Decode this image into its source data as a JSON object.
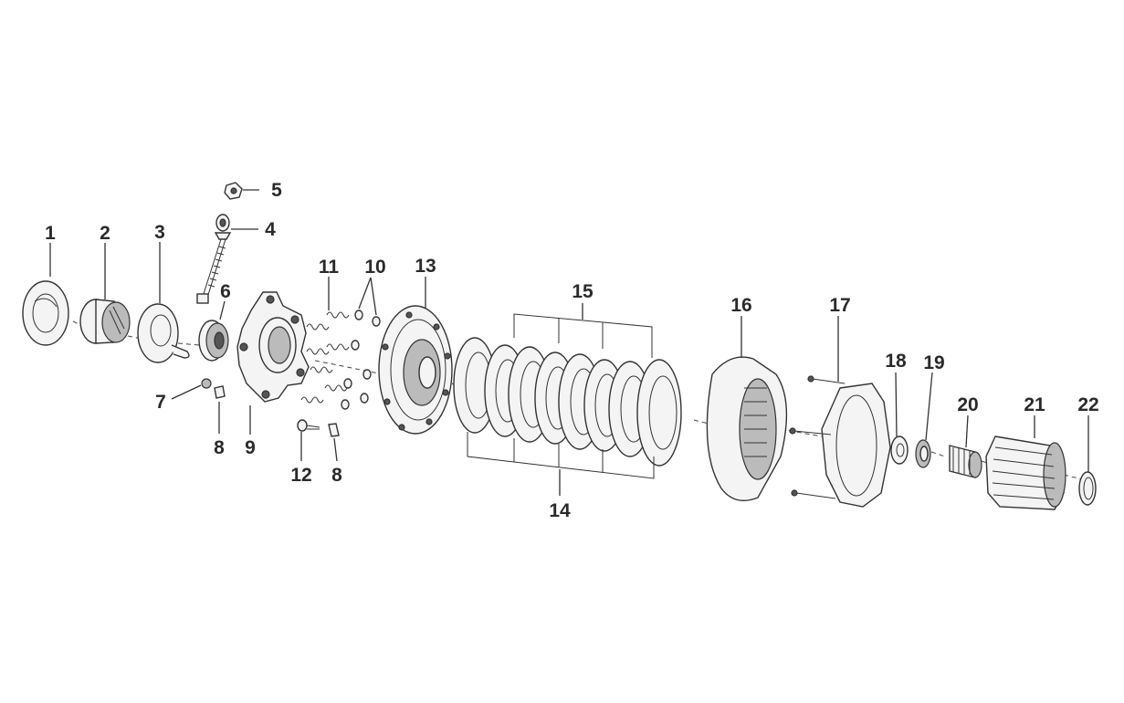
{
  "callouts": {
    "c1": "1",
    "c2": "2",
    "c3": "3",
    "c4": "4",
    "c5": "5",
    "c6": "6",
    "c7": "7",
    "c8a": "8",
    "c8b": "8",
    "c9": "9",
    "c10": "10",
    "c11": "11",
    "c12": "12",
    "c13": "13",
    "c14": "14",
    "c15": "15",
    "c16": "16",
    "c17": "17",
    "c18": "18",
    "c19": "19",
    "c20": "20",
    "c21": "21",
    "c22": "22"
  },
  "colors": {
    "ink": "#333333",
    "background": "#ffffff"
  }
}
